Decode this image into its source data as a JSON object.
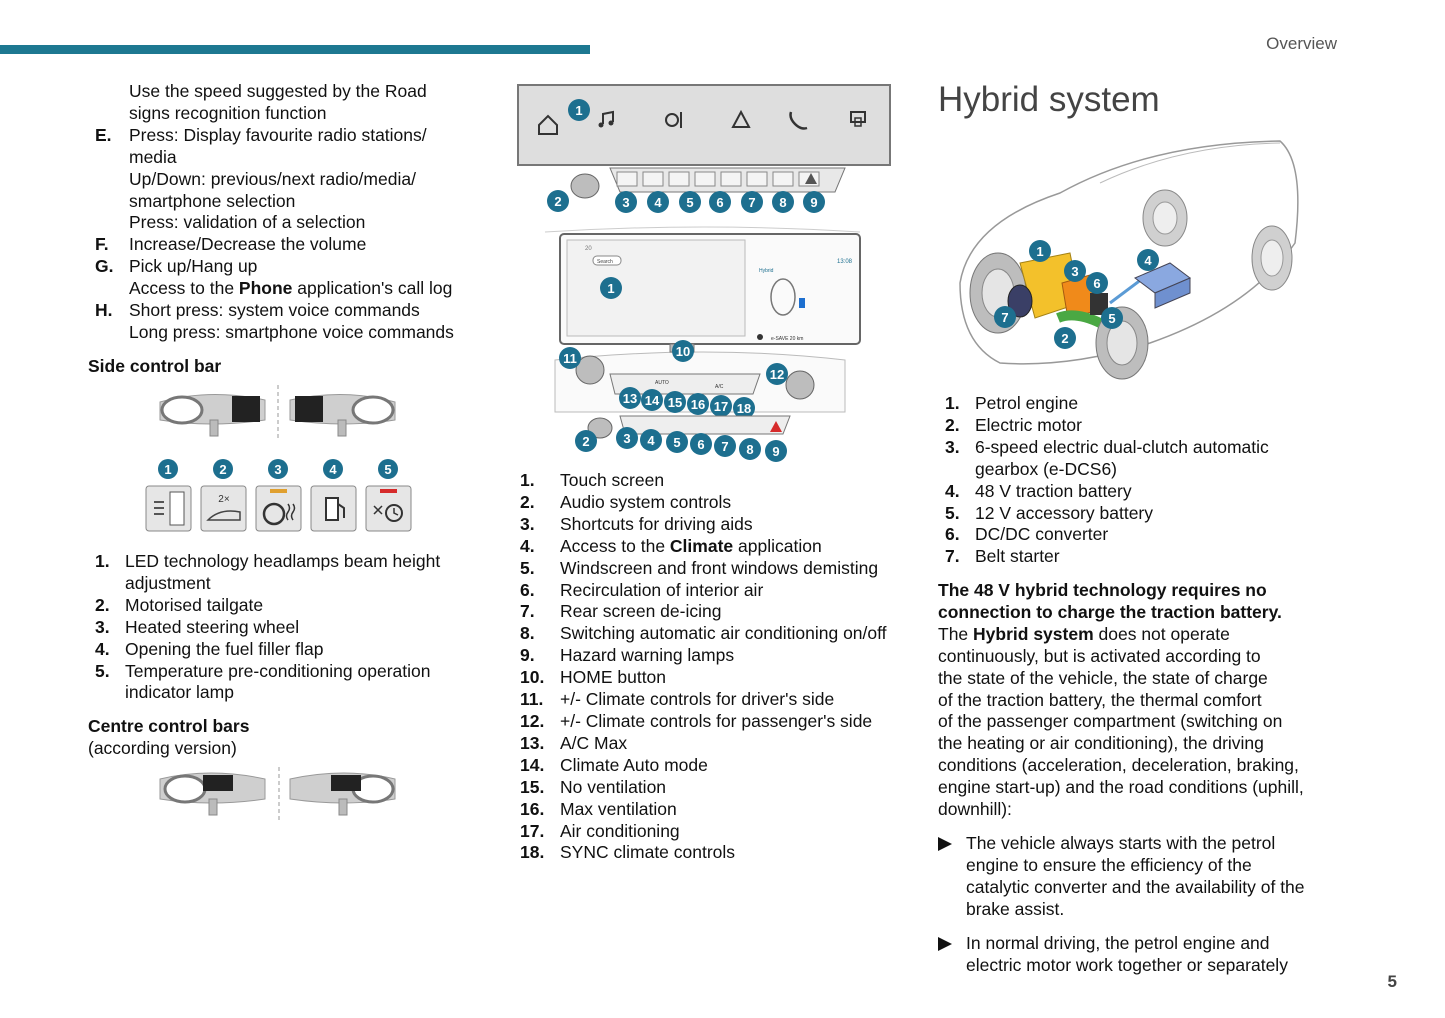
{
  "header": {
    "section": "Overview",
    "page_number": "5"
  },
  "col1": {
    "cont_lines": [
      "Use the speed suggested by the Road",
      "signs recognition function"
    ],
    "items": [
      {
        "key": "E.",
        "lines": [
          "Press: Display favourite radio stations/",
          "media",
          "Up/Down: previous/next radio/media/",
          "smartphone selection",
          "Press: validation of a selection"
        ]
      },
      {
        "key": "F.",
        "lines": [
          "Increase/Decrease the volume"
        ]
      },
      {
        "key": "G.",
        "lines": [
          "Pick up/Hang up"
        ]
      },
      {
        "key": "",
        "pre": "Access to the ",
        "bold": "Phone",
        "post": " application's call log"
      },
      {
        "key": "H.",
        "lines": [
          "Short press: system voice commands",
          "Long press: smartphone voice commands"
        ]
      }
    ],
    "side_heading": "Side control bar",
    "side_callouts": [
      "1",
      "2",
      "3",
      "4",
      "5"
    ],
    "side_icon_label_2": "2×",
    "side_list": [
      {
        "n": "1.",
        "lines": [
          "LED technology headlamps beam height",
          "adjustment"
        ]
      },
      {
        "n": "2.",
        "lines": [
          "Motorised tailgate"
        ]
      },
      {
        "n": "3.",
        "lines": [
          "Heated steering wheel"
        ]
      },
      {
        "n": "4.",
        "lines": [
          "Opening the fuel filler flap"
        ]
      },
      {
        "n": "5.",
        "lines": [
          "Temperature pre-conditioning operation",
          "indicator lamp"
        ]
      }
    ],
    "centre_heading": "Centre control bars",
    "centre_sub": "(according version)"
  },
  "col2": {
    "screen_labels": {
      "search": "Search",
      "hybrid": "Hybrid",
      "esave": "e-SAVE 20 km",
      "clock": "13:08",
      "temp": "20",
      "auto": "AUTO",
      "ac": "A/C"
    },
    "list": [
      {
        "n": "1.",
        "t": "Touch screen"
      },
      {
        "n": "2.",
        "t": "Audio system controls"
      },
      {
        "n": "3.",
        "t": "Shortcuts for driving aids"
      },
      {
        "n": "4.",
        "pre": "Access to the ",
        "bold": "Climate",
        "post": " application"
      },
      {
        "n": "5.",
        "t": "Windscreen and front windows demisting"
      },
      {
        "n": "6.",
        "t": "Recirculation of interior air"
      },
      {
        "n": "7.",
        "t": "Rear screen de-icing"
      },
      {
        "n": "8.",
        "t": "Switching automatic air conditioning on/off"
      },
      {
        "n": "9.",
        "t": "Hazard warning lamps"
      },
      {
        "n": "10.",
        "t": "HOME button"
      },
      {
        "n": "11.",
        "t": "+/- Climate controls for driver's side"
      },
      {
        "n": "12.",
        "t": "+/- Climate controls for passenger's side"
      },
      {
        "n": "13.",
        "t": "A/C Max"
      },
      {
        "n": "14.",
        "t": "Climate Auto mode"
      },
      {
        "n": "15.",
        "t": "No ventilation"
      },
      {
        "n": "16.",
        "t": "Max ventilation"
      },
      {
        "n": "17.",
        "t": "Air conditioning"
      },
      {
        "n": "18.",
        "t": "SYNC climate controls"
      }
    ]
  },
  "col3": {
    "title": "Hybrid system",
    "list": [
      {
        "n": "1.",
        "lines": [
          "Petrol engine"
        ]
      },
      {
        "n": "2.",
        "lines": [
          "Electric motor"
        ]
      },
      {
        "n": "3.",
        "lines": [
          "6-speed electric dual-clutch automatic",
          "gearbox (e-DCS6)"
        ]
      },
      {
        "n": "4.",
        "lines": [
          "48 V traction battery"
        ]
      },
      {
        "n": "5.",
        "lines": [
          "12 V accessory battery"
        ]
      },
      {
        "n": "6.",
        "lines": [
          "DC/DC converter"
        ]
      },
      {
        "n": "7.",
        "lines": [
          "Belt starter"
        ]
      }
    ],
    "bold_lines": [
      "The 48 V hybrid technology requires no",
      "connection to charge the traction battery."
    ],
    "para_first": {
      "pre": "The ",
      "bold": "Hybrid system",
      "post": " does not operate"
    },
    "para_lines": [
      "continuously, but is activated according to",
      "the state of the vehicle, the state of charge",
      "of the traction battery, the thermal comfort",
      "of the passenger compartment (switching on",
      "the heating or air conditioning), the driving",
      "conditions (acceleration, deceleration, braking,",
      "engine start-up) and the road conditions (uphill,",
      "downhill):"
    ],
    "bullets": [
      [
        "The vehicle always starts with the petrol",
        "engine to ensure the efficiency of the",
        "catalytic converter and the availability of the",
        "brake assist."
      ],
      [
        "In normal driving, the petrol engine and",
        "electric motor work together or separately"
      ]
    ]
  },
  "colors": {
    "accent": "#1d7891",
    "callout": "#1d6f8f"
  }
}
